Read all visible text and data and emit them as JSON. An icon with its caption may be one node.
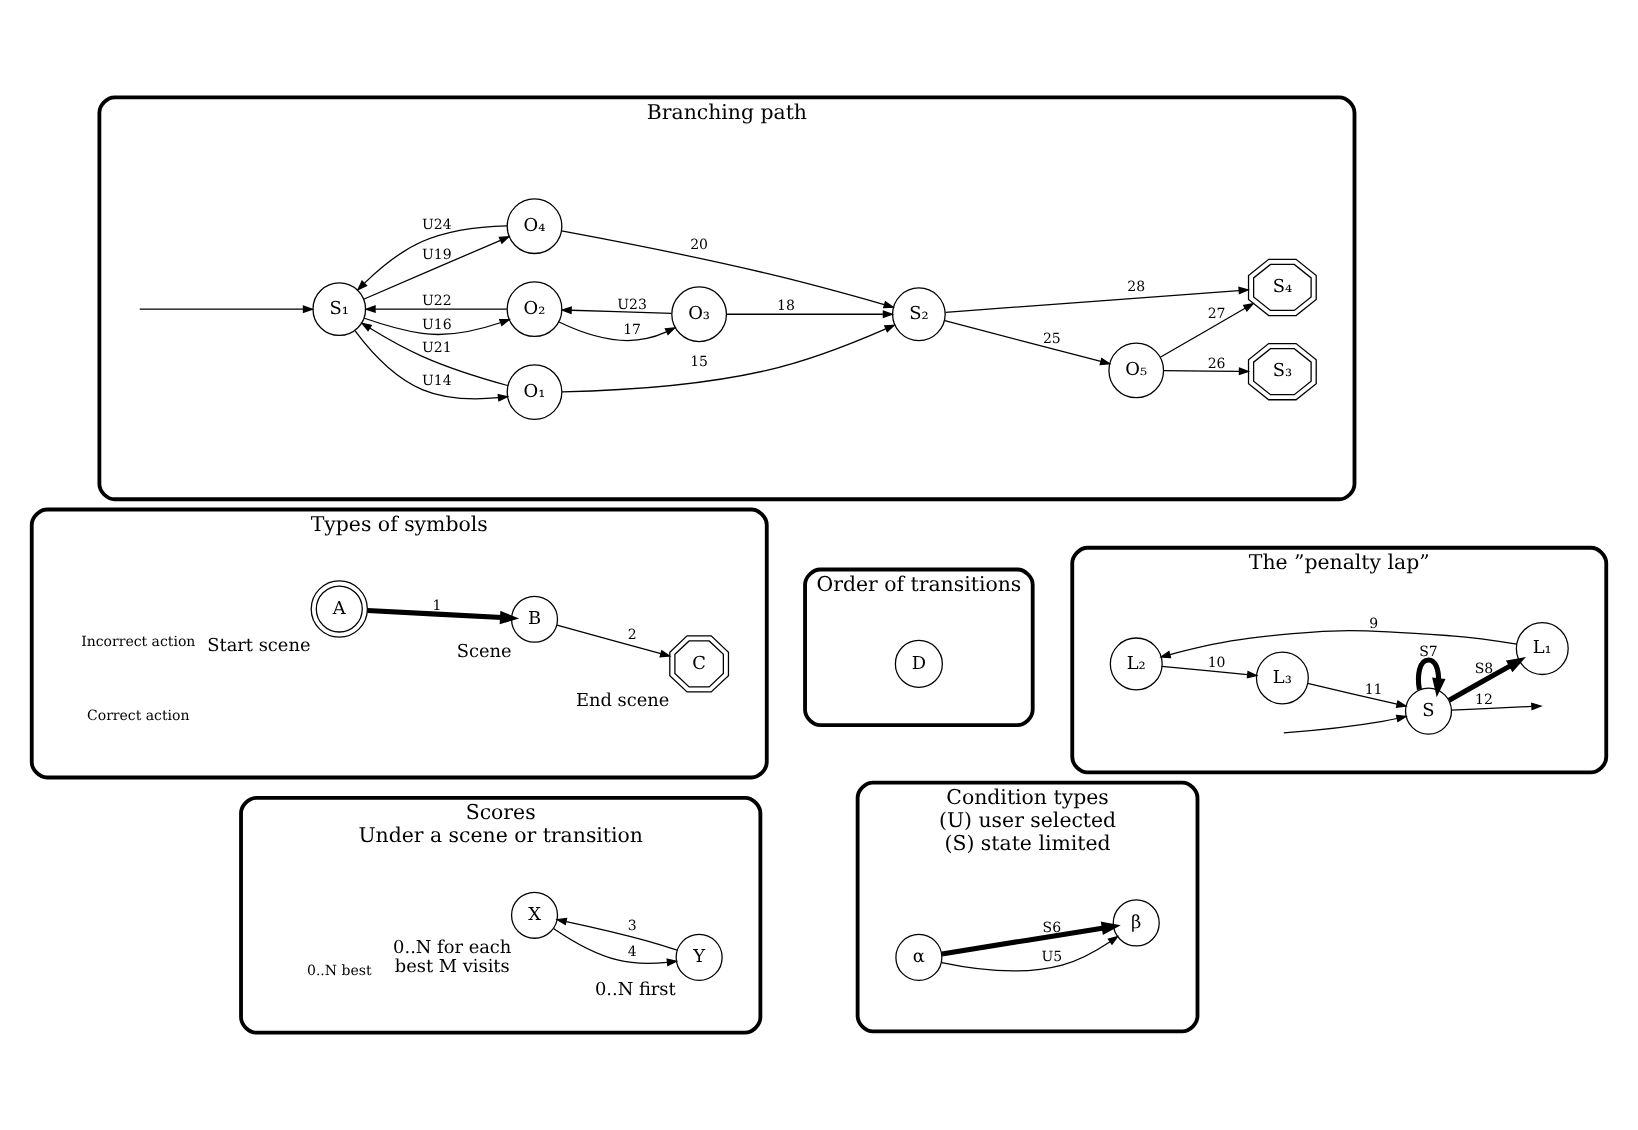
{
  "diagram": {
    "nodes": [
      {
        "text": [
          "Types of symbols"
        ]
      },
      {
        "text": [
          "A"
        ],
        "in": 0,
        "beside": [
          "Start scene"
        ]
      },
      {
        "text": [
          "B"
        ],
        "in": 0,
        "beside": [
          "Scene"
        ]
      },
      {
        "text": [
          "C"
        ],
        "in": 0,
        "beside": [
          "End scene"
        ]
      },
      {
        "text": [
          "Order of transitions"
        ]
      },
      {
        "text": [
          "D"
        ],
        "in": 4
      },
      {
        "text": [
          "Scores",
          "Under a scene or transition"
        ]
      },
      {
        "text": [
          "X"
        ],
        "in": 6,
        "beside": [
          "0..N for each best M visits"
        ]
      },
      {
        "text": [
          "Y"
        ],
        "in": 6,
        "beside": [
          "0..N first"
        ]
      },
      {
        "text": [
          "Condition types",
          "(U) user selected",
          "(S) state limited"
        ]
      },
      {
        "text": [
          "α"
        ],
        "in": 9
      },
      {
        "text": [
          "β"
        ],
        "in": 9
      },
      {
        "text": [
          "The ”penalty lap”"
        ]
      },
      {
        "text": [
          "L₂"
        ],
        "in": 12
      },
      {
        "text": [
          "L₃"
        ],
        "in": 12
      },
      {
        "text": [
          "L₁"
        ],
        "in": 12
      },
      {
        "text": [
          "S"
        ],
        "in": 12
      },
      {
        "text": [
          "Branching path"
        ]
      },
      {
        "text": [
          "S₁"
        ],
        "in": 17
      },
      {
        "text": [
          "O₁"
        ],
        "in": 17
      },
      {
        "text": [
          "O₂"
        ],
        "in": 17
      },
      {
        "text": [
          "O₃"
        ],
        "in": 17
      },
      {
        "text": [
          "O₄"
        ],
        "in": 17
      },
      {
        "text": [
          "S₂"
        ],
        "in": 17
      },
      {
        "text": [
          "O₅"
        ],
        "in": 17
      },
      {
        "text": [
          "S₃"
        ],
        "in": 17
      },
      {
        "text": [
          "S₄"
        ],
        "in": 17
      }
    ],
    "edges": [
      {
        "from": 1,
        "to": 2,
        "arrow": "to",
        "label": "1",
        "style": "thick"
      },
      {
        "from": 2,
        "to": 3,
        "arrow": "to",
        "label": "2"
      },
      {
        "from": 8,
        "to": 7,
        "arrow": "to",
        "label": "3"
      },
      {
        "from": 7,
        "to": 8,
        "arrow": "to",
        "label": "4"
      },
      {
        "from": 10,
        "to": 11,
        "arrow": "to",
        "label": "U5"
      },
      {
        "from": 10,
        "to": 11,
        "arrow": "to",
        "label": "S6",
        "style": "thick"
      },
      {
        "from": 15,
        "to": 13,
        "arrow": "to",
        "label": "9"
      },
      {
        "from": 13,
        "to": 14,
        "arrow": "to",
        "label": "10"
      },
      {
        "from": 14,
        "to": 16,
        "arrow": "to",
        "label": "11"
      },
      {
        "from": 16,
        "to": 16,
        "arrow": "to",
        "label": "S7",
        "style": "thick"
      },
      {
        "from": 16,
        "to": 15,
        "arrow": "to",
        "label": "S8",
        "style": "thick"
      },
      {
        "from": null,
        "to": 16,
        "arrow": "to"
      },
      {
        "from": 16,
        "to": null,
        "arrow": "to",
        "label": "12"
      },
      {
        "from": null,
        "to": 18,
        "arrow": "to"
      },
      {
        "from": 19,
        "to": 18,
        "arrow": "to",
        "label": "U21"
      },
      {
        "from": 18,
        "to": 19,
        "arrow": "to",
        "label": "U14"
      },
      {
        "from": 18,
        "to": 20,
        "arrow": "to",
        "label": "U16"
      },
      {
        "from": 20,
        "to": 18,
        "arrow": "to",
        "label": "U22"
      },
      {
        "from": 20,
        "to": 21,
        "arrow": "to",
        "label": "17"
      },
      {
        "from": 21,
        "to": 20,
        "arrow": "to",
        "label": "U23"
      },
      {
        "from": 18,
        "to": 22,
        "arrow": "to",
        "label": "U19"
      },
      {
        "from": 22,
        "to": 18,
        "arrow": "to",
        "label": "U24"
      },
      {
        "from": 19,
        "to": 23,
        "arrow": "to",
        "label": "15"
      },
      {
        "from": 21,
        "to": 23,
        "arrow": "to",
        "label": "18"
      },
      {
        "from": 22,
        "to": 23,
        "arrow": "to",
        "label": "20"
      },
      {
        "from": 23,
        "to": 24,
        "arrow": "to",
        "label": "25"
      },
      {
        "from": 24,
        "to": 25,
        "arrow": "to",
        "label": "26"
      },
      {
        "from": 24,
        "to": 26,
        "arrow": "to",
        "label": "27"
      },
      {
        "from": 23,
        "to": 26,
        "arrow": "to",
        "label": "28"
      }
    ],
    "labels": [
      "Incorrect action",
      "Correct action",
      "0..N best"
    ]
  }
}
